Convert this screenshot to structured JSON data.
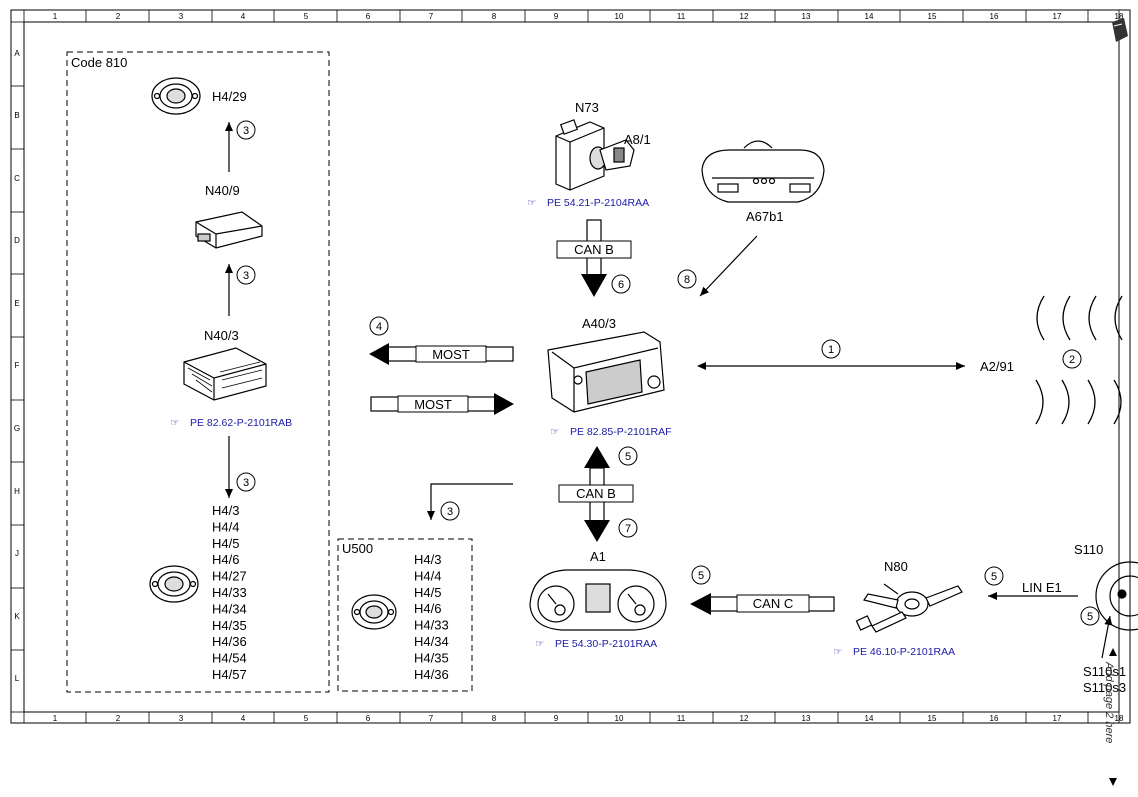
{
  "grid": {
    "columns": [
      "1",
      "2",
      "3",
      "4",
      "5",
      "6",
      "7",
      "8",
      "9",
      "10",
      "11",
      "12",
      "13",
      "14",
      "15",
      "16",
      "17",
      "18"
    ],
    "rows": [
      "A",
      "B",
      "C",
      "D",
      "E",
      "F",
      "G",
      "H",
      "J",
      "K",
      "L"
    ]
  },
  "groups": {
    "code810": "Code 810",
    "u500": "U500"
  },
  "components": {
    "h4_29": "H4/29",
    "n40_9": "N40/9",
    "n40_3": "N40/3",
    "n73": "N73",
    "a8_1": "A8/1",
    "a67b1": "A67b1",
    "a40_3": "A40/3",
    "a2_91": "A2/91",
    "a1": "A1",
    "n80": "N80",
    "s110": "S110",
    "s110s1": "S110s1",
    "s110s3": "S110s3"
  },
  "speakers_code810": [
    "H4/3",
    "H4/4",
    "H4/5",
    "H4/6",
    "H4/27",
    "H4/33",
    "H4/34",
    "H4/35",
    "H4/36",
    "H4/54",
    "H4/57"
  ],
  "speakers_u500": [
    "H4/3",
    "H4/4",
    "H4/5",
    "H4/6",
    "H4/33",
    "H4/34",
    "H4/35",
    "H4/36"
  ],
  "buses": {
    "can_b_top": "CAN B",
    "can_b_mid": "CAN B",
    "most_left": "MOST",
    "most_right": "MOST",
    "can_c": "CAN C",
    "lin_e1": "LIN E1"
  },
  "refs": {
    "n73": "PE 54.21-P-2104RAA",
    "n40_3": "PE 82.62-P-2101RAB",
    "a40_3": "PE 82.85-P-2101RAF",
    "a1": "PE 54.30-P-2101RAA",
    "n80": "PE 46.10-P-2101RAA"
  },
  "markers": {
    "n_h429": "3",
    "n_n409": "3",
    "n_n403_down": "3",
    "n_u500": "3",
    "n_most": "4",
    "n_canb_top": "6",
    "n_a67": "8",
    "n_a291": "1",
    "n_wave": "2",
    "n_canb_up": "5",
    "n_canb_down": "7",
    "n_canc": "5",
    "n_lin": "5",
    "n_s110": "5"
  },
  "side_note": "Add page 2 here",
  "colors": {
    "line": "#000000",
    "ref_link": "#1a1aa8"
  }
}
